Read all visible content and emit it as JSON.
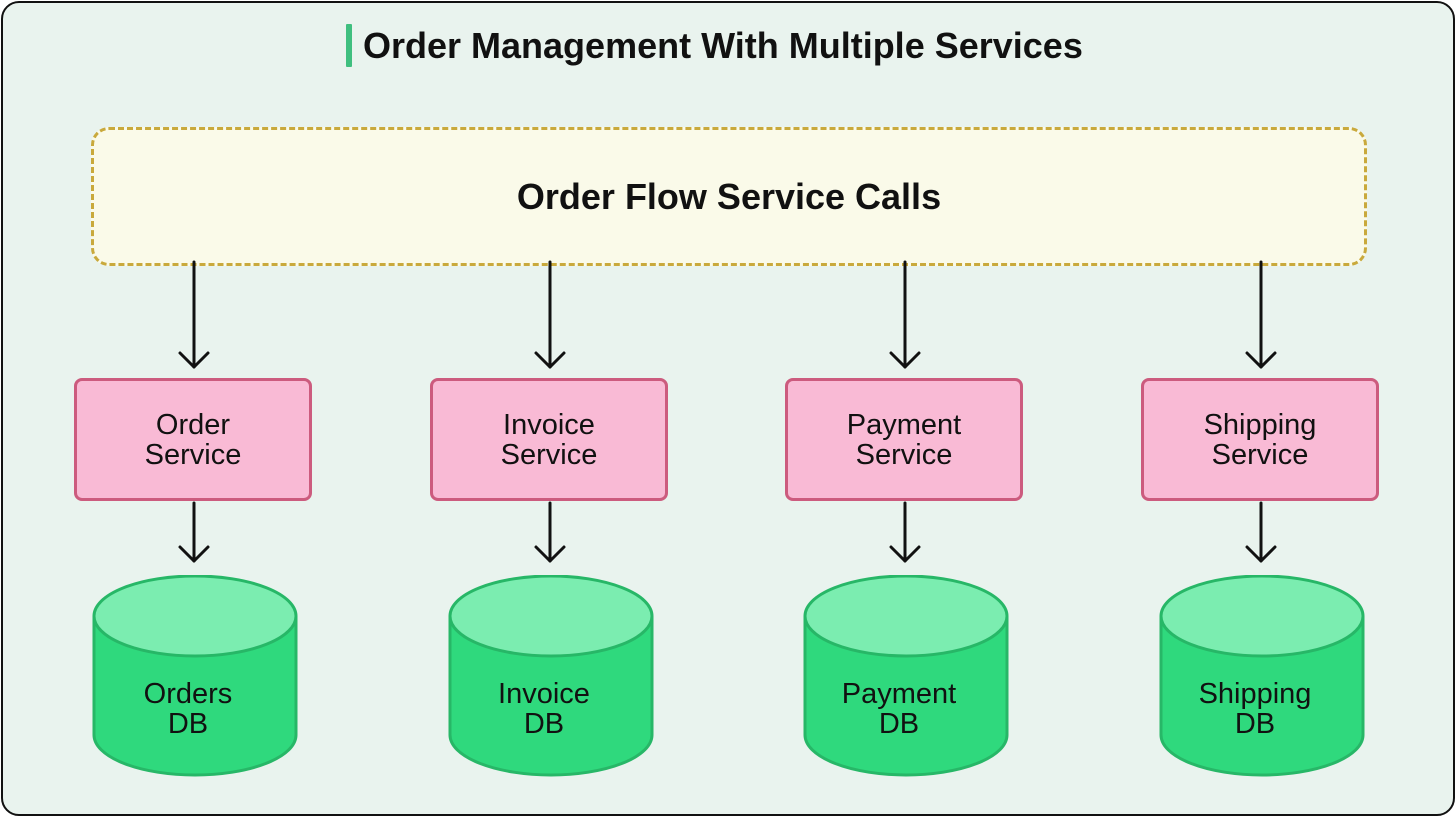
{
  "diagram": {
    "title": "Order Management With Multiple Services",
    "flow_box": {
      "label": "Order Flow Service Calls"
    },
    "columns": [
      {
        "service": {
          "line1": "Order",
          "line2": "Service"
        },
        "database": {
          "line1": "Orders",
          "line2": "DB"
        }
      },
      {
        "service": {
          "line1": "Invoice",
          "line2": "Service"
        },
        "database": {
          "line1": "Invoice",
          "line2": "DB"
        }
      },
      {
        "service": {
          "line1": "Payment",
          "line2": "Service"
        },
        "database": {
          "line1": "Payment",
          "line2": "DB"
        }
      },
      {
        "service": {
          "line1": "Shipping",
          "line2": "Service"
        },
        "database": {
          "line1": "Shipping",
          "line2": "DB"
        }
      }
    ]
  },
  "colors": {
    "background": "#e9f3ee",
    "title_accent": "#3fbf7f",
    "flow_box_fill": "#fafae9",
    "flow_box_border": "#c9a93c",
    "service_fill": "#f9bad5",
    "service_border": "#cc5b7e",
    "db_body": "#2fd97d",
    "db_top": "#7bedb0",
    "db_border": "#27b767"
  }
}
